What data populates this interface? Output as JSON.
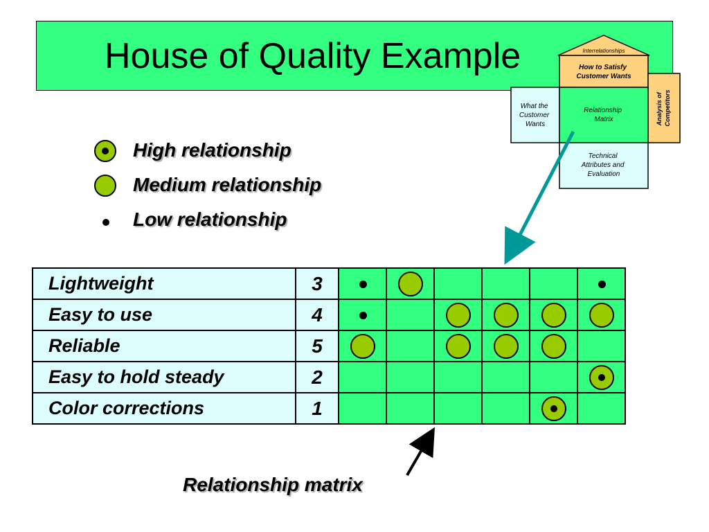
{
  "title": "House of Quality Example",
  "legend": [
    {
      "symbol": "high",
      "label": "High relationship"
    },
    {
      "symbol": "medium",
      "label": "Medium relationship"
    },
    {
      "symbol": "low",
      "label": "Low relationship"
    }
  ],
  "house_diagram": {
    "roof": "Interrelationships",
    "how": [
      "How to Satisfy",
      "Customer Wants"
    ],
    "what": [
      "What the",
      "Customer",
      "Wants"
    ],
    "matrix": [
      "Relationship",
      "Matrix"
    ],
    "competitors": [
      "Analysis of",
      "Competitors"
    ],
    "technical": [
      "Technical",
      "Attributes and",
      "Evaluation"
    ]
  },
  "matrix": {
    "rows": [
      {
        "want": "Lightweight",
        "importance": "3",
        "cells": [
          "low",
          "medium",
          "",
          "",
          "",
          "low"
        ]
      },
      {
        "want": "Easy to use",
        "importance": "4",
        "cells": [
          "low",
          "",
          "medium",
          "medium",
          "medium",
          "medium"
        ]
      },
      {
        "want": "Reliable",
        "importance": "5",
        "cells": [
          "medium",
          "",
          "medium",
          "medium",
          "medium",
          ""
        ]
      },
      {
        "want": "Easy to hold steady",
        "importance": "2",
        "cells": [
          "",
          "",
          "",
          "",
          "",
          "high"
        ]
      },
      {
        "want": "Color corrections",
        "importance": "1",
        "cells": [
          "",
          "",
          "",
          "",
          "high",
          ""
        ]
      }
    ]
  },
  "caption": "Relationship matrix",
  "colors": {
    "green": "#33ff80",
    "light_cyan": "#ddfdfd",
    "symbol_fill": "#99cc00",
    "tan": "#ffd280",
    "arrow_teal": "#009999"
  }
}
